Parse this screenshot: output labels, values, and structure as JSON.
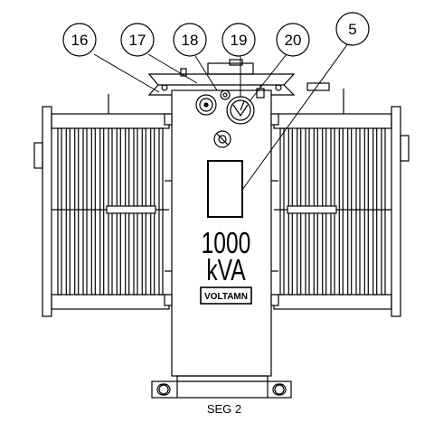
{
  "callouts": [
    "16",
    "17",
    "18",
    "19",
    "20",
    "5"
  ],
  "nameplate": {
    "rating_number": "1000",
    "rating_unit": "kVA",
    "brand": "VOLTAMN"
  },
  "caption": "SEG 2",
  "colors": {
    "line": "#000000",
    "background": "#ffffff"
  }
}
